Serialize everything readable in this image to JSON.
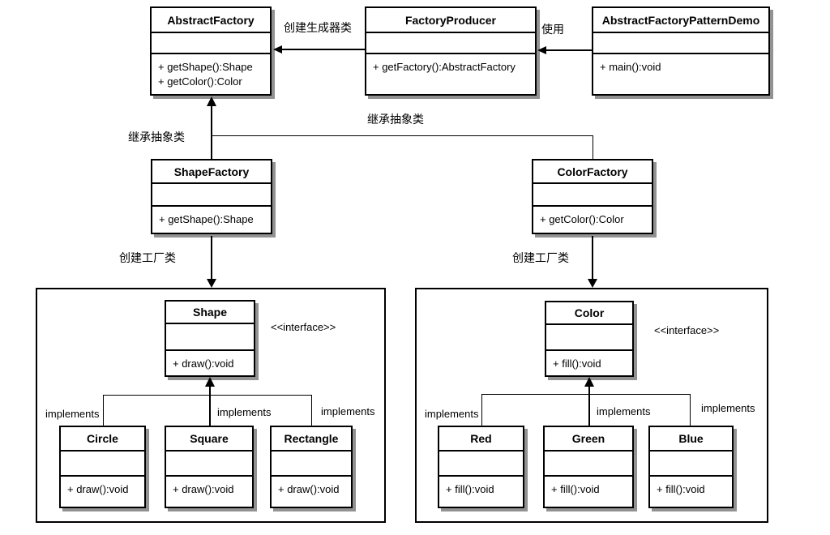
{
  "diagram": {
    "classes": {
      "abstract_factory": {
        "name": "AbstractFactory",
        "methods": [
          "+ getShape():Shape",
          "+ getColor():Color"
        ]
      },
      "factory_producer": {
        "name": "FactoryProducer",
        "methods": [
          "+ getFactory():AbstractFactory"
        ]
      },
      "demo": {
        "name": "AbstractFactoryPatternDemo",
        "methods": [
          "+ main():void"
        ]
      },
      "shape_factory": {
        "name": "ShapeFactory",
        "methods": [
          "+ getShape():Shape"
        ]
      },
      "color_factory": {
        "name": "ColorFactory",
        "methods": [
          "+ getColor():Color"
        ]
      },
      "shape": {
        "name": "Shape",
        "methods": [
          "+ draw():void"
        ]
      },
      "circle": {
        "name": "Circle",
        "methods": [
          "+ draw():void"
        ]
      },
      "square": {
        "name": "Square",
        "methods": [
          "+ draw():void"
        ]
      },
      "rectangle": {
        "name": "Rectangle",
        "methods": [
          "+ draw():void"
        ]
      },
      "color": {
        "name": "Color",
        "methods": [
          "+ fill():void"
        ]
      },
      "red": {
        "name": "Red",
        "methods": [
          "+ fill():void"
        ]
      },
      "green": {
        "name": "Green",
        "methods": [
          "+ fill():void"
        ]
      },
      "blue": {
        "name": "Blue",
        "methods": [
          "+ fill():void"
        ]
      }
    },
    "labels": {
      "create_producer": "创建生成器类",
      "use": "使用",
      "inherit_abstract": "继承抽象类",
      "create_factory": "创建工厂类",
      "interface_stereotype": "<<interface>>",
      "implements": "implements"
    },
    "colors": {
      "line": "#000000",
      "shadow": "#929292",
      "background": "#ffffff"
    }
  }
}
